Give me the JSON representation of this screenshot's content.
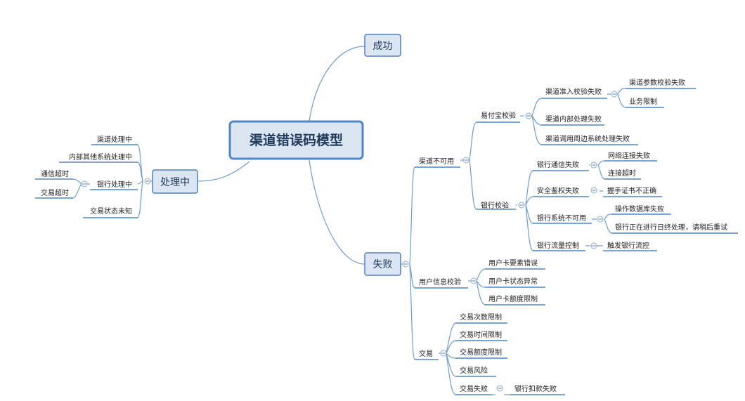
{
  "root": "渠道错误码模型",
  "branches": {
    "success": "成功",
    "processing": "处理中",
    "failure": "失败"
  },
  "processing": {
    "channel": "渠道处理中",
    "internal": "内部其他系统处理中",
    "bank": "银行处理中",
    "comm_timeout": "通信超时",
    "trade_timeout": "交易超时",
    "unknown": "交易状态未知"
  },
  "failure": {
    "unavailable": {
      "label": "渠道不可用",
      "yfb": {
        "label": "易付宝校验",
        "access": "渠道准入校验失败",
        "param": "渠道参数校验失败",
        "biz": "业务限制",
        "internal": "渠道内部处理失败",
        "peripheral": "渠道调用周边系统处理失败"
      },
      "bank": {
        "label": "银行校验",
        "comm": "银行通信失败",
        "net": "网络连接失败",
        "conn_timeout": "连接超时",
        "auth": "安全鉴权失败",
        "cert": "握手证书不正确",
        "sys": "银行系统不可用",
        "db": "操作数据库失败",
        "eod": "银行正在进行日终处理，请稍后重试",
        "flow": "银行流量控制",
        "trigger": "触发银行流控"
      }
    },
    "user": {
      "label": "用户信息校验",
      "elements": "用户卡要素错误",
      "status": "用户卡状态异常",
      "limit": "用户卡额度限制"
    },
    "trade": {
      "label": "交易",
      "count": "交易次数限制",
      "time": "交易时间限制",
      "amount": "交易额度限制",
      "risk": "交易风险",
      "fail": "交易失败",
      "deduct": "银行扣款失败"
    }
  },
  "colors": {
    "connector": "#6f9bd1",
    "underline": "#4f86c6",
    "box_fill": "#dce6f2",
    "box_border": "#4f7fbf",
    "text": "#222222"
  }
}
